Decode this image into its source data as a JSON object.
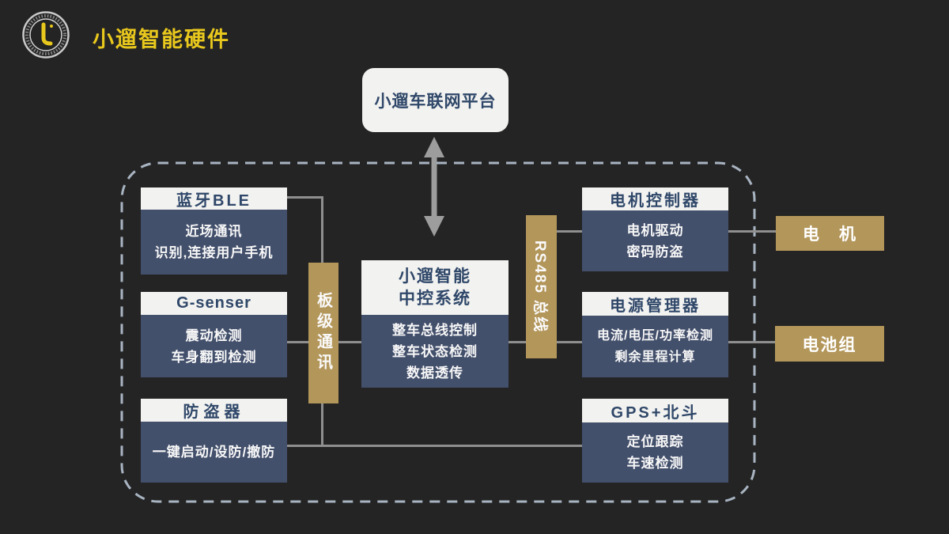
{
  "header": {
    "title": "小遛智能硬件",
    "logo": "limo-circular-badge"
  },
  "platform": {
    "label": "小遛车联网平台"
  },
  "buses": {
    "board_level": {
      "label": "板级通讯"
    },
    "rs485": {
      "label": "RS485 总线"
    }
  },
  "center_unit": {
    "title_line1": "小遛智能",
    "title_line2": "中控系统",
    "items": [
      "整车总线控制",
      "整车状态检测",
      "数据透传"
    ]
  },
  "left_modules": [
    {
      "title": "蓝牙BLE",
      "items": [
        "近场通讯",
        "识别,连接用户手机"
      ]
    },
    {
      "title": "G-senser",
      "items": [
        "震动检测",
        "车身翻到检测"
      ]
    },
    {
      "title": "防盗器",
      "items": [
        "一键启动/设防/撤防"
      ]
    }
  ],
  "right_modules": [
    {
      "title": "电机控制器",
      "items": [
        "电机驱动",
        "密码防盗"
      ]
    },
    {
      "title": "电源管理器",
      "items": [
        "电流/电压/功率检测",
        "剩余里程计算"
      ]
    },
    {
      "title": "GPS+北斗",
      "items": [
        "定位跟踪",
        "车速检测"
      ]
    }
  ],
  "outputs": [
    {
      "label": "电　机"
    },
    {
      "label": "电池组"
    }
  ],
  "colors": {
    "background": "#242424",
    "title_yellow": "#e9c81d",
    "panel_white": "#f2f2f0",
    "navy_body": "#43506c",
    "header_text_navy": "#2f4769",
    "gold": "#b3965a",
    "connector_gray": "#8f8f8f",
    "dashed_border": "#a9b4c2"
  }
}
